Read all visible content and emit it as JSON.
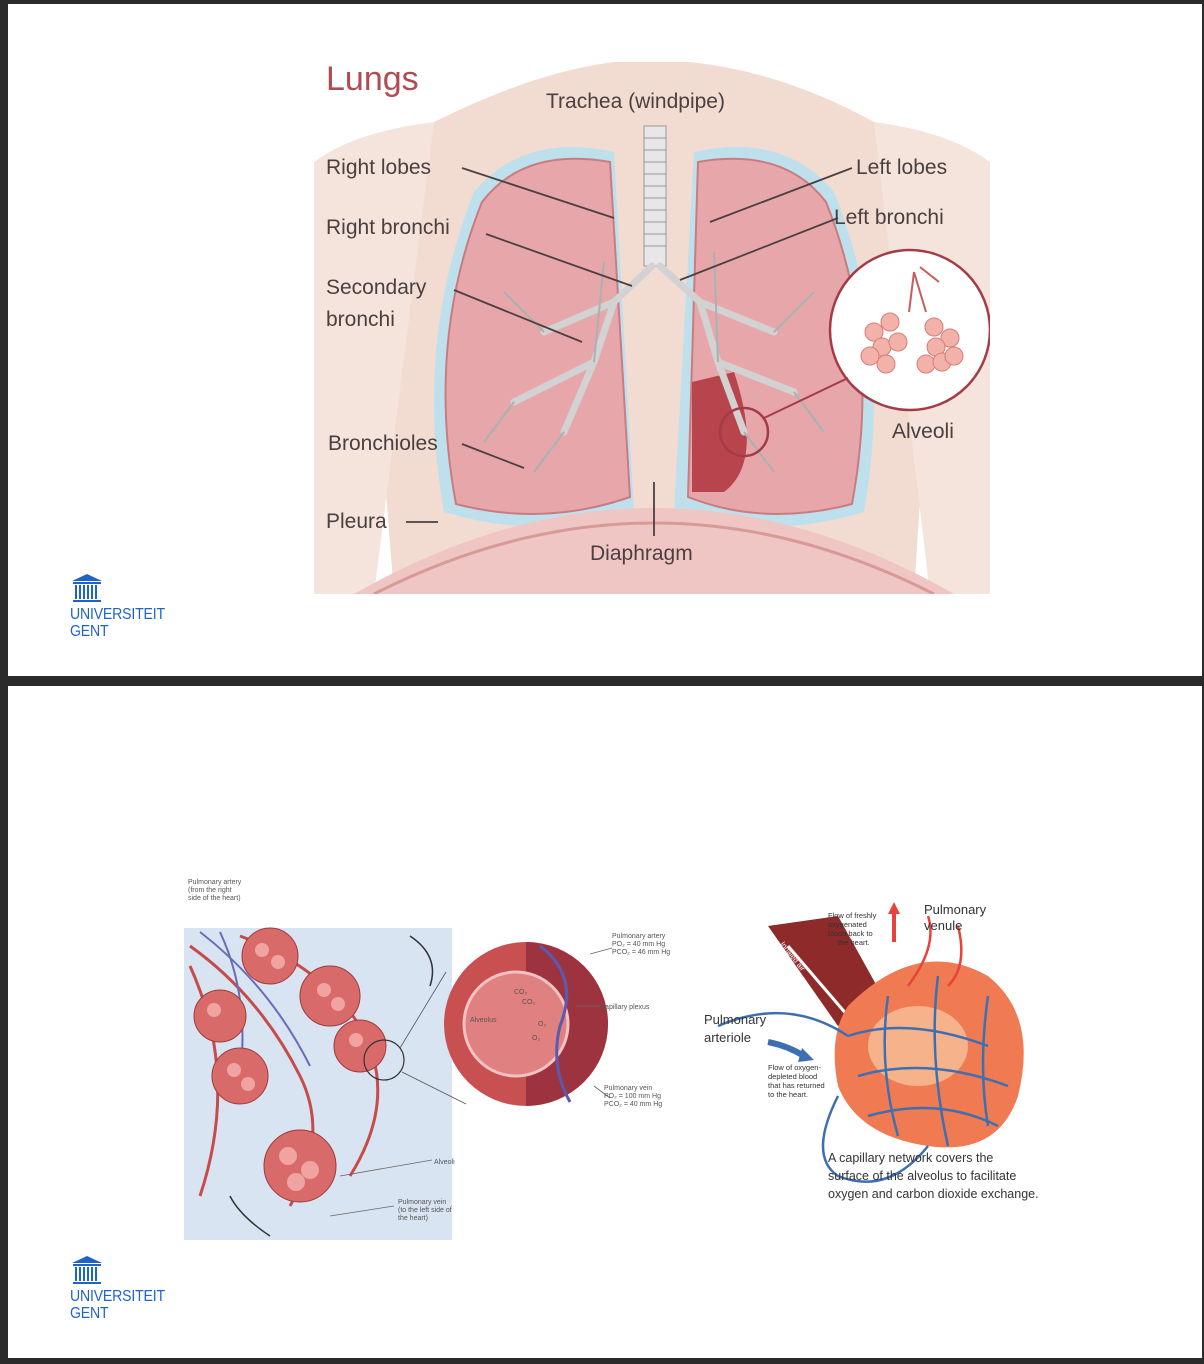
{
  "logo": {
    "line1": "UNIVERSITEIT",
    "line2": "GENT"
  },
  "slide1": {
    "title": "Lungs",
    "labels": {
      "trachea": "Trachea (windpipe)",
      "right_lobes": "Right lobes",
      "right_bronchi": "Right bronchi",
      "secondary1": "Secondary",
      "secondary2": "bronchi",
      "bronchioles": "Bronchioles",
      "pleura": "Pleura",
      "diaphragm": "Diaphragm",
      "left_lobes": "Left lobes",
      "left_bronchi": "Left bronchi",
      "alveoli": "Alveoli"
    }
  },
  "slide2": {
    "left": {
      "artery1": "Pulmonary artery",
      "artery2": "(from the right",
      "artery3": "side of the heart)",
      "pa1": "Pulmonary artery",
      "pa2": "PO₂ = 40 mm Hg",
      "pa3": "PCO₂ = 46 mm Hg",
      "plexus": "Capillary plexus",
      "alveolus": "Alveolus",
      "co2a": "CO₂",
      "co2b": "CO₂",
      "o2a": "O₂",
      "o2b": "O₂",
      "pv1": "Pulmonary vein",
      "pv2": "PO₂ = 100 mm Hg",
      "pv3": "PCO₂ = 40 mm Hg",
      "alveoli": "Alveoli",
      "vein1": "Pulmonary vein",
      "vein2": "(to the left side of",
      "vein3": "the heart)"
    },
    "right": {
      "venule1": "Pulmonary",
      "venule2": "venule",
      "flow1": "Flow of freshly",
      "flow2": "oxygenated",
      "flow3": "blood back to",
      "flow4": "the heart.",
      "inhaled1": "Inhaled air",
      "inhaled2": "enters alveolus",
      "arteriole1": "Pulmonary",
      "arteriole2": "arteriole",
      "dep1": "Flow of oxygen-",
      "dep2": "depleted blood",
      "dep3": "that has returned",
      "dep4": "to the heart.",
      "cap1": "A capillary network covers the",
      "cap2": "surface of the alveolus to facilitate",
      "cap3": "oxygen and carbon dioxide exchange."
    }
  }
}
